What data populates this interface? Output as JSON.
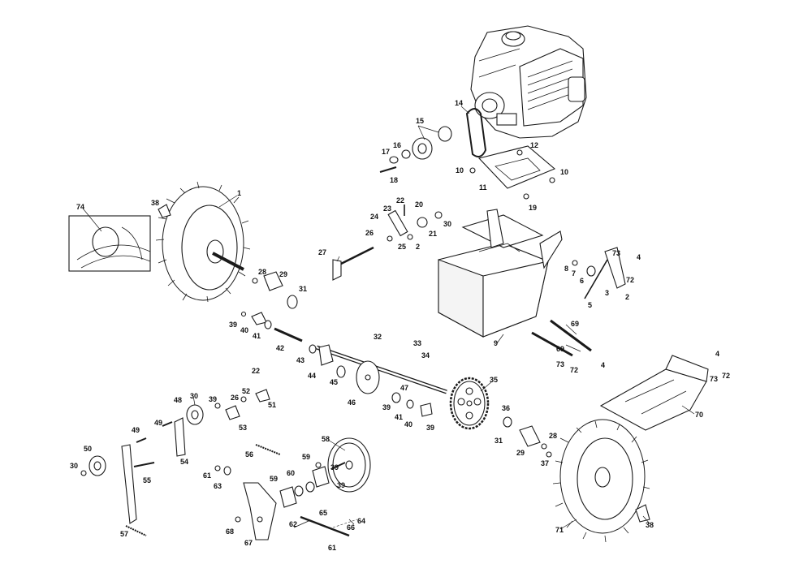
{
  "diagram": {
    "callouts": [
      {
        "id": "c74",
        "label": "74"
      },
      {
        "id": "c38a",
        "label": "38"
      },
      {
        "id": "c1",
        "label": "1"
      },
      {
        "id": "c28a",
        "label": "28"
      },
      {
        "id": "c29a",
        "label": "29"
      },
      {
        "id": "c31a",
        "label": "31"
      },
      {
        "id": "c14",
        "label": "14"
      },
      {
        "id": "c15",
        "label": "15"
      },
      {
        "id": "c16",
        "label": "16"
      },
      {
        "id": "c17",
        "label": "17"
      },
      {
        "id": "c18",
        "label": "18"
      },
      {
        "id": "c12",
        "label": "12"
      },
      {
        "id": "c10a",
        "label": "10"
      },
      {
        "id": "c10b",
        "label": "10"
      },
      {
        "id": "c11",
        "label": "11"
      },
      {
        "id": "c19",
        "label": "19"
      },
      {
        "id": "c22a",
        "label": "22"
      },
      {
        "id": "c20",
        "label": "20"
      },
      {
        "id": "c23",
        "label": "23"
      },
      {
        "id": "c24",
        "label": "24"
      },
      {
        "id": "c30a",
        "label": "30"
      },
      {
        "id": "c21",
        "label": "21"
      },
      {
        "id": "c26a",
        "label": "26"
      },
      {
        "id": "c25",
        "label": "25"
      },
      {
        "id": "c2a",
        "label": "2"
      },
      {
        "id": "c27",
        "label": "27"
      },
      {
        "id": "c9",
        "label": "9"
      },
      {
        "id": "c73a",
        "label": "73"
      },
      {
        "id": "c4a",
        "label": "4"
      },
      {
        "id": "c8",
        "label": "8"
      },
      {
        "id": "c7",
        "label": "7"
      },
      {
        "id": "c6",
        "label": "6"
      },
      {
        "id": "c72a",
        "label": "72"
      },
      {
        "id": "c3",
        "label": "3"
      },
      {
        "id": "c2b",
        "label": "2"
      },
      {
        "id": "c5",
        "label": "5"
      },
      {
        "id": "c39a",
        "label": "39"
      },
      {
        "id": "c40a",
        "label": "40"
      },
      {
        "id": "c41a",
        "label": "41"
      },
      {
        "id": "c42",
        "label": "42"
      },
      {
        "id": "c32",
        "label": "32"
      },
      {
        "id": "c33",
        "label": "33"
      },
      {
        "id": "c34",
        "label": "34"
      },
      {
        "id": "c43",
        "label": "43"
      },
      {
        "id": "c44",
        "label": "44"
      },
      {
        "id": "c45",
        "label": "45"
      },
      {
        "id": "c46",
        "label": "46"
      },
      {
        "id": "c47",
        "label": "47"
      },
      {
        "id": "c69a",
        "label": "69"
      },
      {
        "id": "c69b",
        "label": "69"
      },
      {
        "id": "c73b",
        "label": "73"
      },
      {
        "id": "c72b",
        "label": "72"
      },
      {
        "id": "c4b",
        "label": "4"
      },
      {
        "id": "c4c",
        "label": "4"
      },
      {
        "id": "c73c",
        "label": "73"
      },
      {
        "id": "c72c",
        "label": "72"
      },
      {
        "id": "c70",
        "label": "70"
      },
      {
        "id": "c22b",
        "label": "22"
      },
      {
        "id": "c52",
        "label": "52"
      },
      {
        "id": "c26b",
        "label": "26"
      },
      {
        "id": "c51",
        "label": "51"
      },
      {
        "id": "c48",
        "label": "48"
      },
      {
        "id": "c30b",
        "label": "30"
      },
      {
        "id": "c39b",
        "label": "39"
      },
      {
        "id": "c53",
        "label": "53"
      },
      {
        "id": "c49a",
        "label": "49"
      },
      {
        "id": "c49b",
        "label": "49"
      },
      {
        "id": "c50",
        "label": "50"
      },
      {
        "id": "c54",
        "label": "54"
      },
      {
        "id": "c30c",
        "label": "30"
      },
      {
        "id": "c55",
        "label": "55"
      },
      {
        "id": "c56",
        "label": "56"
      },
      {
        "id": "c57",
        "label": "57"
      },
      {
        "id": "c61a",
        "label": "61"
      },
      {
        "id": "c63",
        "label": "63"
      },
      {
        "id": "c59a",
        "label": "59"
      },
      {
        "id": "c60",
        "label": "60"
      },
      {
        "id": "c59b",
        "label": "59"
      },
      {
        "id": "c39c",
        "label": "39"
      },
      {
        "id": "c39d",
        "label": "39"
      },
      {
        "id": "c65",
        "label": "65"
      },
      {
        "id": "c58",
        "label": "58"
      },
      {
        "id": "c62",
        "label": "62"
      },
      {
        "id": "c64",
        "label": "64"
      },
      {
        "id": "c66",
        "label": "66"
      },
      {
        "id": "c68",
        "label": "68"
      },
      {
        "id": "c67",
        "label": "67"
      },
      {
        "id": "c61b",
        "label": "61"
      },
      {
        "id": "c39e",
        "label": "39"
      },
      {
        "id": "c41b",
        "label": "41"
      },
      {
        "id": "c40b",
        "label": "40"
      },
      {
        "id": "c39f",
        "label": "39"
      },
      {
        "id": "c35",
        "label": "35"
      },
      {
        "id": "c36",
        "label": "36"
      },
      {
        "id": "c31b",
        "label": "31"
      },
      {
        "id": "c29b",
        "label": "29"
      },
      {
        "id": "c28b",
        "label": "28"
      },
      {
        "id": "c37",
        "label": "37"
      },
      {
        "id": "c71",
        "label": "71"
      },
      {
        "id": "c38b",
        "label": "38"
      }
    ]
  }
}
